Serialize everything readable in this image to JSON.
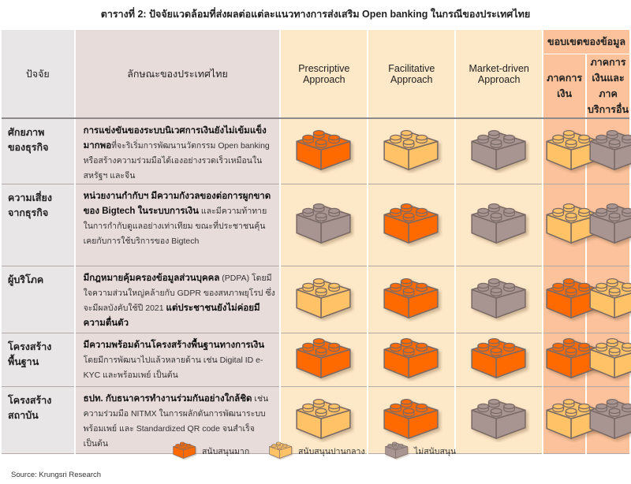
{
  "title": "ตารางที่ 2: ปัจจัยแวดล้อมที่ส่งผลต่อแต่ละแนวทางการส่งเสริม Open banking ในกรณีของประเทศไทย",
  "headers": {
    "factor": "ปัจจัย",
    "description": "ลักษณะของประเทศไทย",
    "prescriptive": [
      "Prescriptive",
      "Approach"
    ],
    "facilitative": [
      "Facilitative",
      "Approach"
    ],
    "market": [
      "Market-driven",
      "Approach"
    ],
    "scope": "ขอบเขตของข้อมูล",
    "scope_financial": "ภาคการเงิน",
    "scope_other": [
      "ภาคการเงินและ",
      "ภาคบริการอื่น"
    ]
  },
  "colors": {
    "high": "#ff6a00",
    "medium": "#ffc266",
    "none": "#a89592",
    "outline": "#7a6a66"
  },
  "rows": [
    {
      "factor": [
        "ศักยภาพ",
        "ของธุรกิจ"
      ],
      "description": [
        {
          "text": "การแข่งขันของระบบนิเวศการเงินยังไม่เข้มแข็งมากพอ",
          "bold": true
        },
        {
          "text": "ที่จะริเริ่มการพัฒนานวัตกรรม Open banking หรือสร้างความร่วมมือได้เองอย่างรวดเร็วเหมือนในสหรัฐฯ และจีน",
          "bold": false
        }
      ],
      "levels": [
        "high",
        "medium",
        "none",
        "medium",
        "none"
      ]
    },
    {
      "factor": [
        "ความเสี่ยง",
        "จากธุรกิจ"
      ],
      "description": [
        {
          "text": "หน่วยงานกำกับฯ มีความกังวลของต่อการผูกขาดของ Bigtech ในระบบการเงิน",
          "bold": true
        },
        {
          "text": " และมีความท้าทายในการกำกับดูแลอย่างเท่าเทียม ขณะที่ประชาชนคุ้นเคยกับการใช้บริการของ Bigtech",
          "bold": false
        }
      ],
      "levels": [
        "none",
        "high",
        "none",
        "medium",
        "none"
      ]
    },
    {
      "factor": [
        "ผู้บริโภค"
      ],
      "description": [
        {
          "text": "มีกฎหมายคุ้มครองข้อมูลส่วนบุคคล",
          "bold": true
        },
        {
          "text": " (PDPA) โดยมีใจความส่วนใหญ่คล้ายกับ GDPR ของสหภาพยุโรป ซึ่งจะมีผลบังคับใช้ปี 2021 ",
          "bold": false
        },
        {
          "text": "แต่ประชาชนยังไม่ค่อยมีความตื่นตัว",
          "bold": true
        }
      ],
      "levels": [
        "medium",
        "high",
        "none",
        "high",
        "medium"
      ]
    },
    {
      "factor": [
        "โครงสร้าง",
        "พื้นฐาน"
      ],
      "description": [
        {
          "text": "มีความพร้อมด้านโครงสร้างพื้นฐานทางการเงิน",
          "bold": true
        },
        {
          "text": " โดยมีการพัฒนาไปแล้วหลายด้าน เช่น Digital ID e-KYC และพร้อมเพย์ เป็นต้น",
          "bold": false
        }
      ],
      "levels": [
        "high",
        "high",
        "high",
        "high",
        "medium"
      ]
    },
    {
      "factor": [
        "โครงสร้าง",
        "สถาบัน"
      ],
      "description": [
        {
          "text": "ธปท. กับธนาคารทำงานร่วมกันอย่างใกล้ชิด",
          "bold": true
        },
        {
          "text": " เช่น ความร่วมมือ NITMX ในการผลักดันการพัฒนาระบบพร้อมเพย์ และ Standardized QR code จนสำเร็จ เป็นต้น",
          "bold": false
        }
      ],
      "levels": [
        "medium",
        "high",
        "none",
        "medium",
        "none"
      ]
    }
  ],
  "legend": [
    {
      "level": "high",
      "label": "สนับสนุนมาก"
    },
    {
      "level": "medium",
      "label": "สนับสนุนปานกลาง"
    },
    {
      "level": "none",
      "label": "ไม่สนับสนุน"
    }
  ],
  "source": "Source: Krungsri Research"
}
